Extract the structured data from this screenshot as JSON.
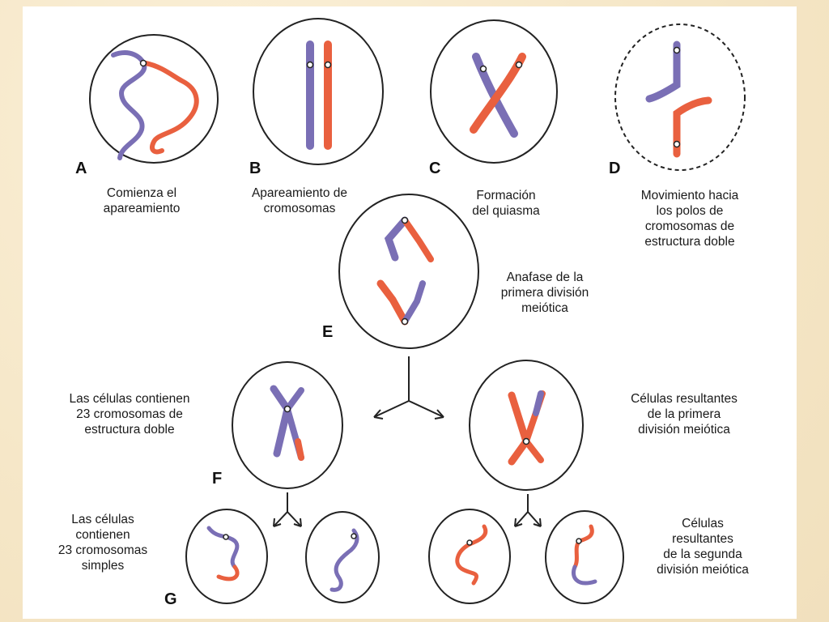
{
  "colors": {
    "background": "#f6ead0",
    "panel": "#ffffff",
    "purple_chromosome": "#7a6fb5",
    "red_chromosome": "#e9603f",
    "outline": "#222222"
  },
  "stages": [
    {
      "letter": "A",
      "caption": [
        "Comienza el",
        "apareamiento"
      ]
    },
    {
      "letter": "B",
      "caption": [
        "Apareamiento de",
        "cromosomas"
      ]
    },
    {
      "letter": "C",
      "caption": [
        "Formación",
        "del quiasma"
      ]
    },
    {
      "letter": "D",
      "caption": [
        "Movimiento hacia",
        "los polos de",
        "cromosomas de",
        "estructura doble"
      ]
    },
    {
      "letter": "E",
      "caption": [
        "Anafase de la",
        "primera división",
        "meiótica"
      ]
    },
    {
      "letter": "F",
      "caption": [
        "Las células contienen",
        "23 cromosomas de",
        "estructura doble"
      ]
    },
    {
      "letter": "",
      "caption": [
        "Células resultantes",
        "de la primera",
        "división meiótica"
      ]
    },
    {
      "letter": "G",
      "caption": [
        "Las células",
        "contienen",
        "23 cromosomas",
        "simples"
      ]
    },
    {
      "letter": "",
      "caption": [
        "Células",
        "resultantes",
        "de la segunda",
        "división meiótica"
      ]
    }
  ]
}
